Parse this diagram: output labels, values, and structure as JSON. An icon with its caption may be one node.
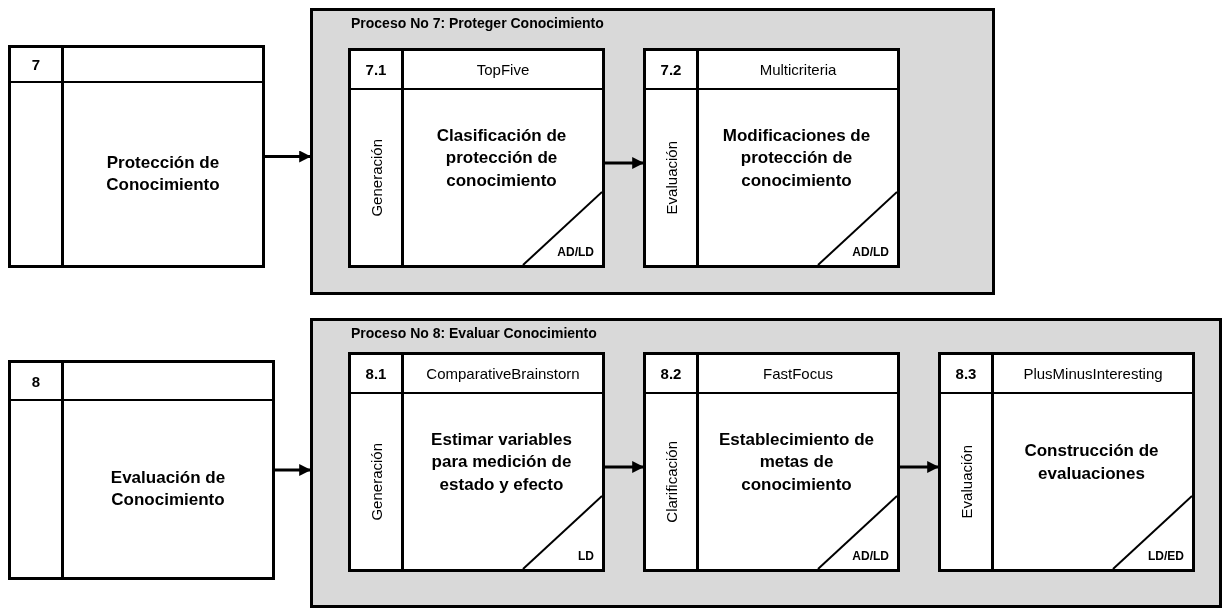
{
  "diagram": {
    "nodes": [
      {
        "text": [
          "7",
          "Protección de Conocimiento"
        ]
      },
      {
        "text": [
          "Proceso No 7: Proteger Conocimiento"
        ]
      },
      {
        "text": [
          "7.1",
          "TopFive",
          "Generación",
          "Clasificación de protección de conocimiento",
          "AD/LD"
        ],
        "in": 1
      },
      {
        "text": [
          "7.2",
          "Multicriteria",
          "Evaluación",
          "Modificaciones de protección de conocimiento",
          "AD/LD"
        ],
        "in": 1
      },
      {
        "text": [
          "8",
          "Evaluación de Conocimiento"
        ]
      },
      {
        "text": [
          "Proceso No 8: Evaluar Conocimiento"
        ]
      },
      {
        "text": [
          "8.1",
          "ComparativeBrainstorn",
          "Generación",
          "Estimar variables para medición de estado y efecto",
          "LD"
        ],
        "in": 5
      },
      {
        "text": [
          "8.2",
          "FastFocus",
          "Clarificación",
          "Establecimiento de metas de conocimiento",
          "AD/LD"
        ],
        "in": 5
      },
      {
        "text": [
          "8.3",
          "PlusMinusInteresting",
          "Evaluación",
          "Construcción de evaluaciones",
          "LD/ED"
        ],
        "in": 5
      }
    ],
    "edges": [
      {
        "from": 0,
        "to": 1,
        "arrow": "to"
      },
      {
        "from": 2,
        "to": 3,
        "arrow": "to"
      },
      {
        "from": 4,
        "to": 5,
        "arrow": "to"
      },
      {
        "from": 6,
        "to": 7,
        "arrow": "to"
      },
      {
        "from": 7,
        "to": 8,
        "arrow": "to"
      }
    ]
  }
}
